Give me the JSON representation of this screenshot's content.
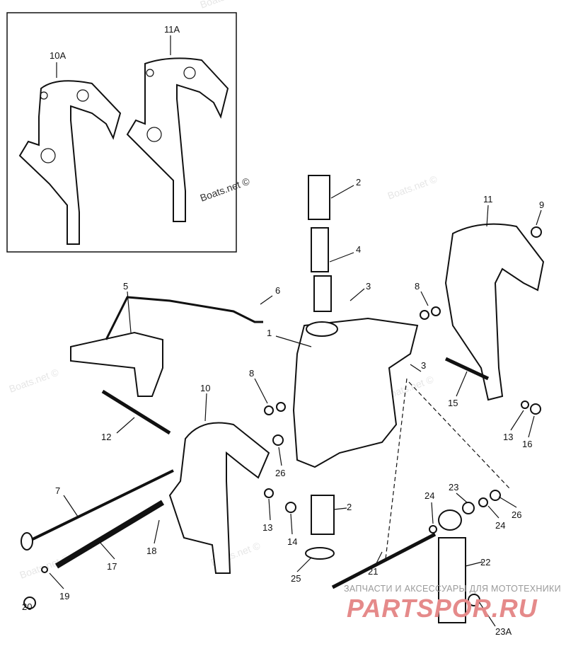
{
  "inset": {
    "labels": [
      "10A",
      "11A"
    ]
  },
  "watermark": "Boats.net ©",
  "callouts": [
    "2",
    "4",
    "3",
    "5",
    "6",
    "8",
    "11",
    "9",
    "1",
    "3",
    "8",
    "10",
    "12",
    "15",
    "13",
    "16",
    "26",
    "7",
    "13",
    "14",
    "2",
    "18",
    "17",
    "19",
    "20",
    "25",
    "24",
    "23",
    "24",
    "26",
    "22",
    "21",
    "23A"
  ],
  "footer": {
    "tagline": "ЗАПЧАСТИ И АКСЕССУАРЫ ДЛЯ МОТОТЕХНИКИ",
    "logo": "PARTSPOR.RU"
  }
}
